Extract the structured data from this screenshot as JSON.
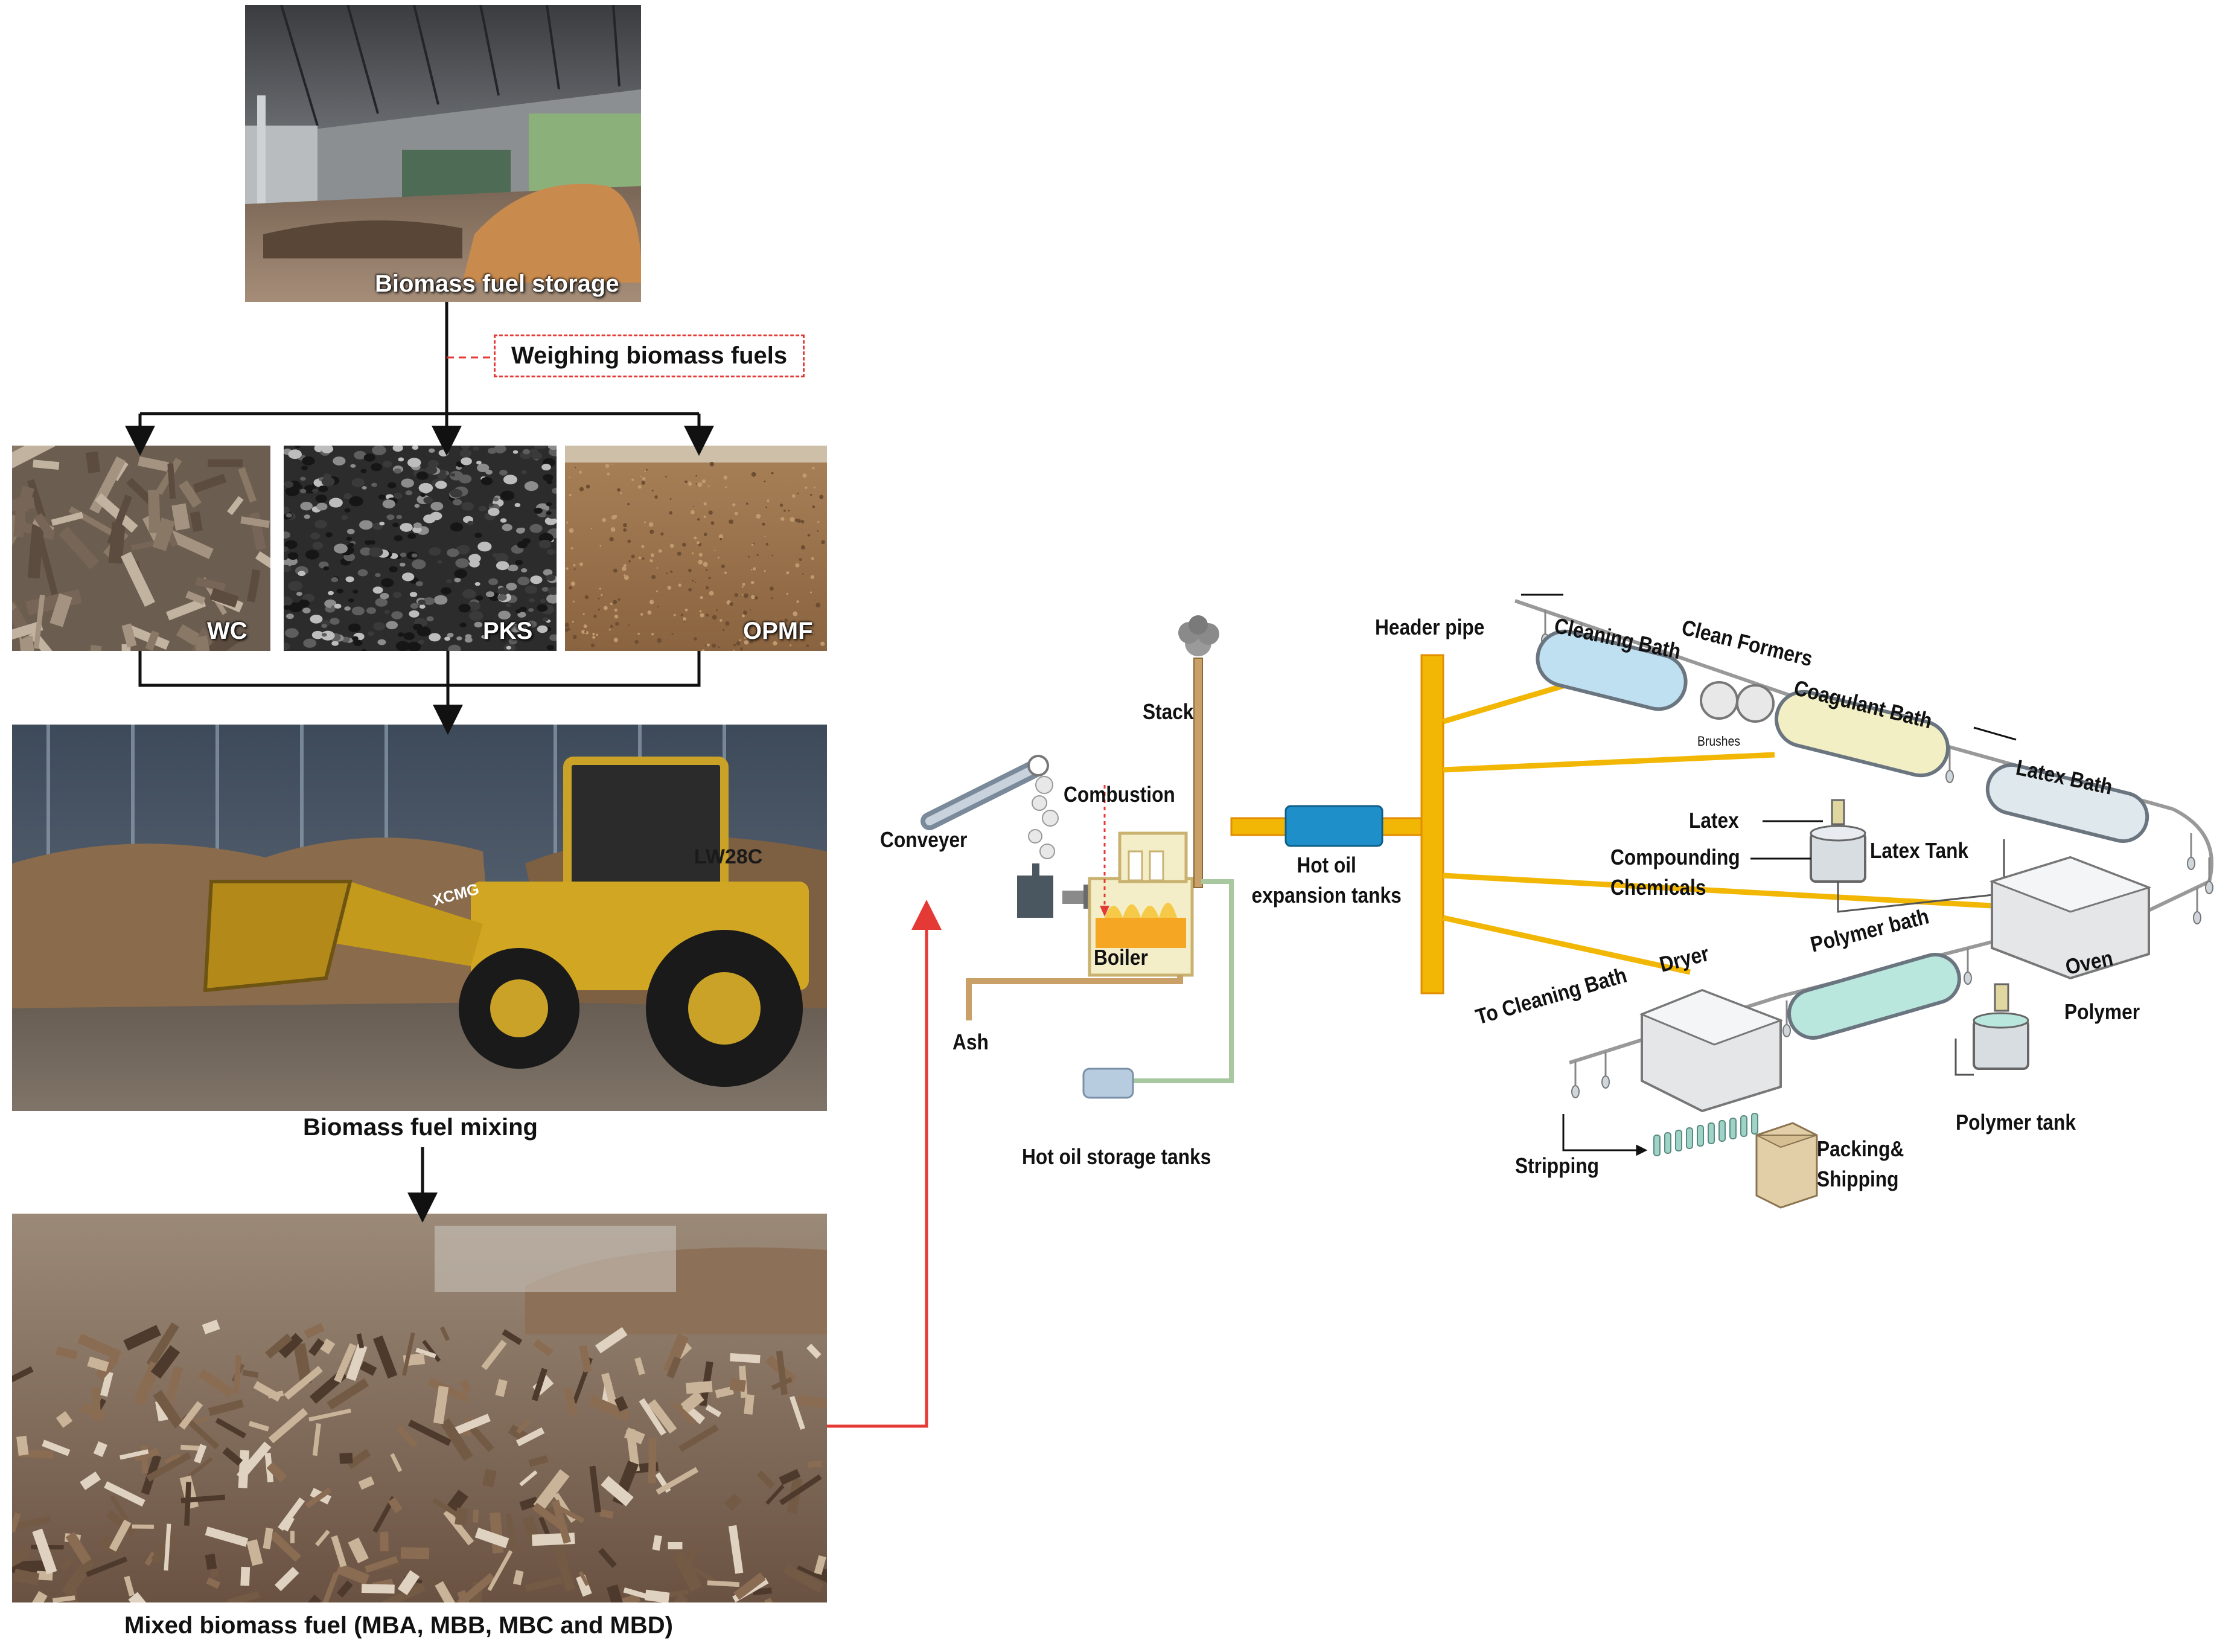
{
  "left_flow": {
    "storage_label": "Biomass fuel storage",
    "weighing_label": "Weighing biomass fuels",
    "fuel_types": [
      {
        "label": "WC"
      },
      {
        "label": "PKS"
      },
      {
        "label": "OPMF"
      }
    ],
    "mixing_caption": "Biomass fuel mixing",
    "mixed_caption": "Mixed biomass fuel (MBA, MBB, MBC and MBD)",
    "loader_model": "LW28C",
    "loader_brand": "XCMG"
  },
  "boiler_section": {
    "conveyer": "Conveyer",
    "combustion": "Combustion",
    "stack": "Stack",
    "boiler": "Boiler",
    "ash": "Ash",
    "hot_oil_storage": "Hot oil storage tanks",
    "hot_oil_expansion": "Hot oil expansion tanks",
    "header_pipe": "Header pipe"
  },
  "glove_line": {
    "cleaning_bath": "Cleaning Bath",
    "clean_formers": "Clean Formers",
    "brushes": "Brushes",
    "coagulant_bath": "Coagulant Bath",
    "latex_bath": "Latex Bath",
    "latex": "Latex",
    "compounding_chemicals": "Compounding Chemicals",
    "latex_tank": "Latex Tank",
    "oven": "Oven",
    "polymer_bath": "Polymer bath",
    "dryer": "Dryer",
    "to_cleaning_bath": "To Cleaning Bath",
    "polymer": "Polymer",
    "polymer_tank": "Polymer tank",
    "stripping": "Stripping",
    "packing_shipping": "Packing& Shipping"
  },
  "colors": {
    "hot_oil_pipe": "#f2b705",
    "red_link": "#e53935",
    "arrow": "#111111",
    "bath_blue": "#bfe0f0",
    "bath_yellow": "#f3efc4",
    "bath_green": "#b9e6dd"
  }
}
